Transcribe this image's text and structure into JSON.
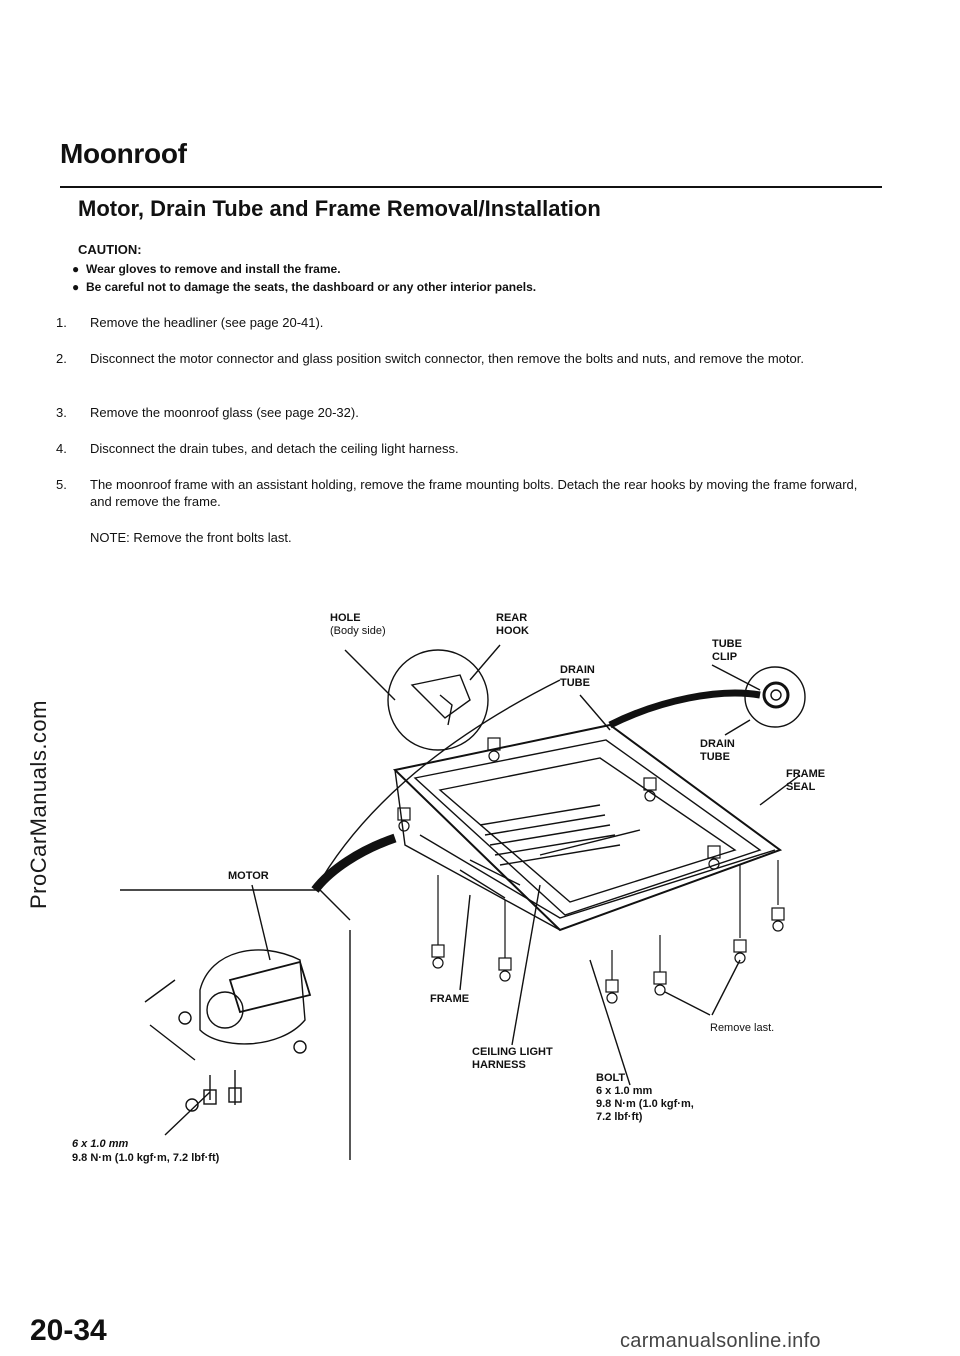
{
  "section_title": "Moonroof",
  "subtitle": "Motor, Drain Tube and Frame Removal/Installation",
  "caution": {
    "label": "CAUTION:",
    "items": [
      "Wear gloves to remove and install the frame.",
      "Be careful not to damage the seats, the dashboard or any other interior panels."
    ]
  },
  "steps": [
    {
      "num": "1.",
      "text": "Remove the headliner (see page 20-41)."
    },
    {
      "num": "2.",
      "text": "Disconnect the motor connector and glass position switch connector, then remove the bolts and nuts, and remove the motor."
    },
    {
      "num": "3.",
      "text": "Remove the moonroof glass (see page 20-32)."
    },
    {
      "num": "4.",
      "text": "Disconnect the drain tubes, and detach the ceiling light harness."
    },
    {
      "num": "5.",
      "text": "The moonroof frame with an assistant holding, remove the frame mounting bolts. Detach the rear hooks by moving the frame forward, and remove the frame."
    }
  ],
  "note": "NOTE:  Remove the front bolts last.",
  "diagram": {
    "labels": {
      "hole": "HOLE",
      "hole_sub": "(Body side)",
      "rear_hook": "REAR\nHOOK",
      "tube_clip": "TUBE\nCLIP",
      "drain_tube_top": "DRAIN\nTUBE",
      "drain_tube_right": "DRAIN\nTUBE",
      "frame_seal": "FRAME\nSEAL",
      "motor": "MOTOR",
      "frame": "FRAME",
      "ceiling_light_harness": "CEILING LIGHT\nHARNESS",
      "remove_last": "Remove last.",
      "bolt": "BOLT\n6 x 1.0 mm\n9.8 N·m (1.0 kgf·m,\n7.2 lbf·ft)",
      "motor_bolt_size": "6 x 1.0 mm",
      "motor_bolt_torque": "9.8 N·m (1.0 kgf·m, 7.2 lbf·ft)"
    }
  },
  "page_number": "20-34",
  "side_watermark": "ProCarManuals.com",
  "footer_watermark": "carmanualsonline.info"
}
